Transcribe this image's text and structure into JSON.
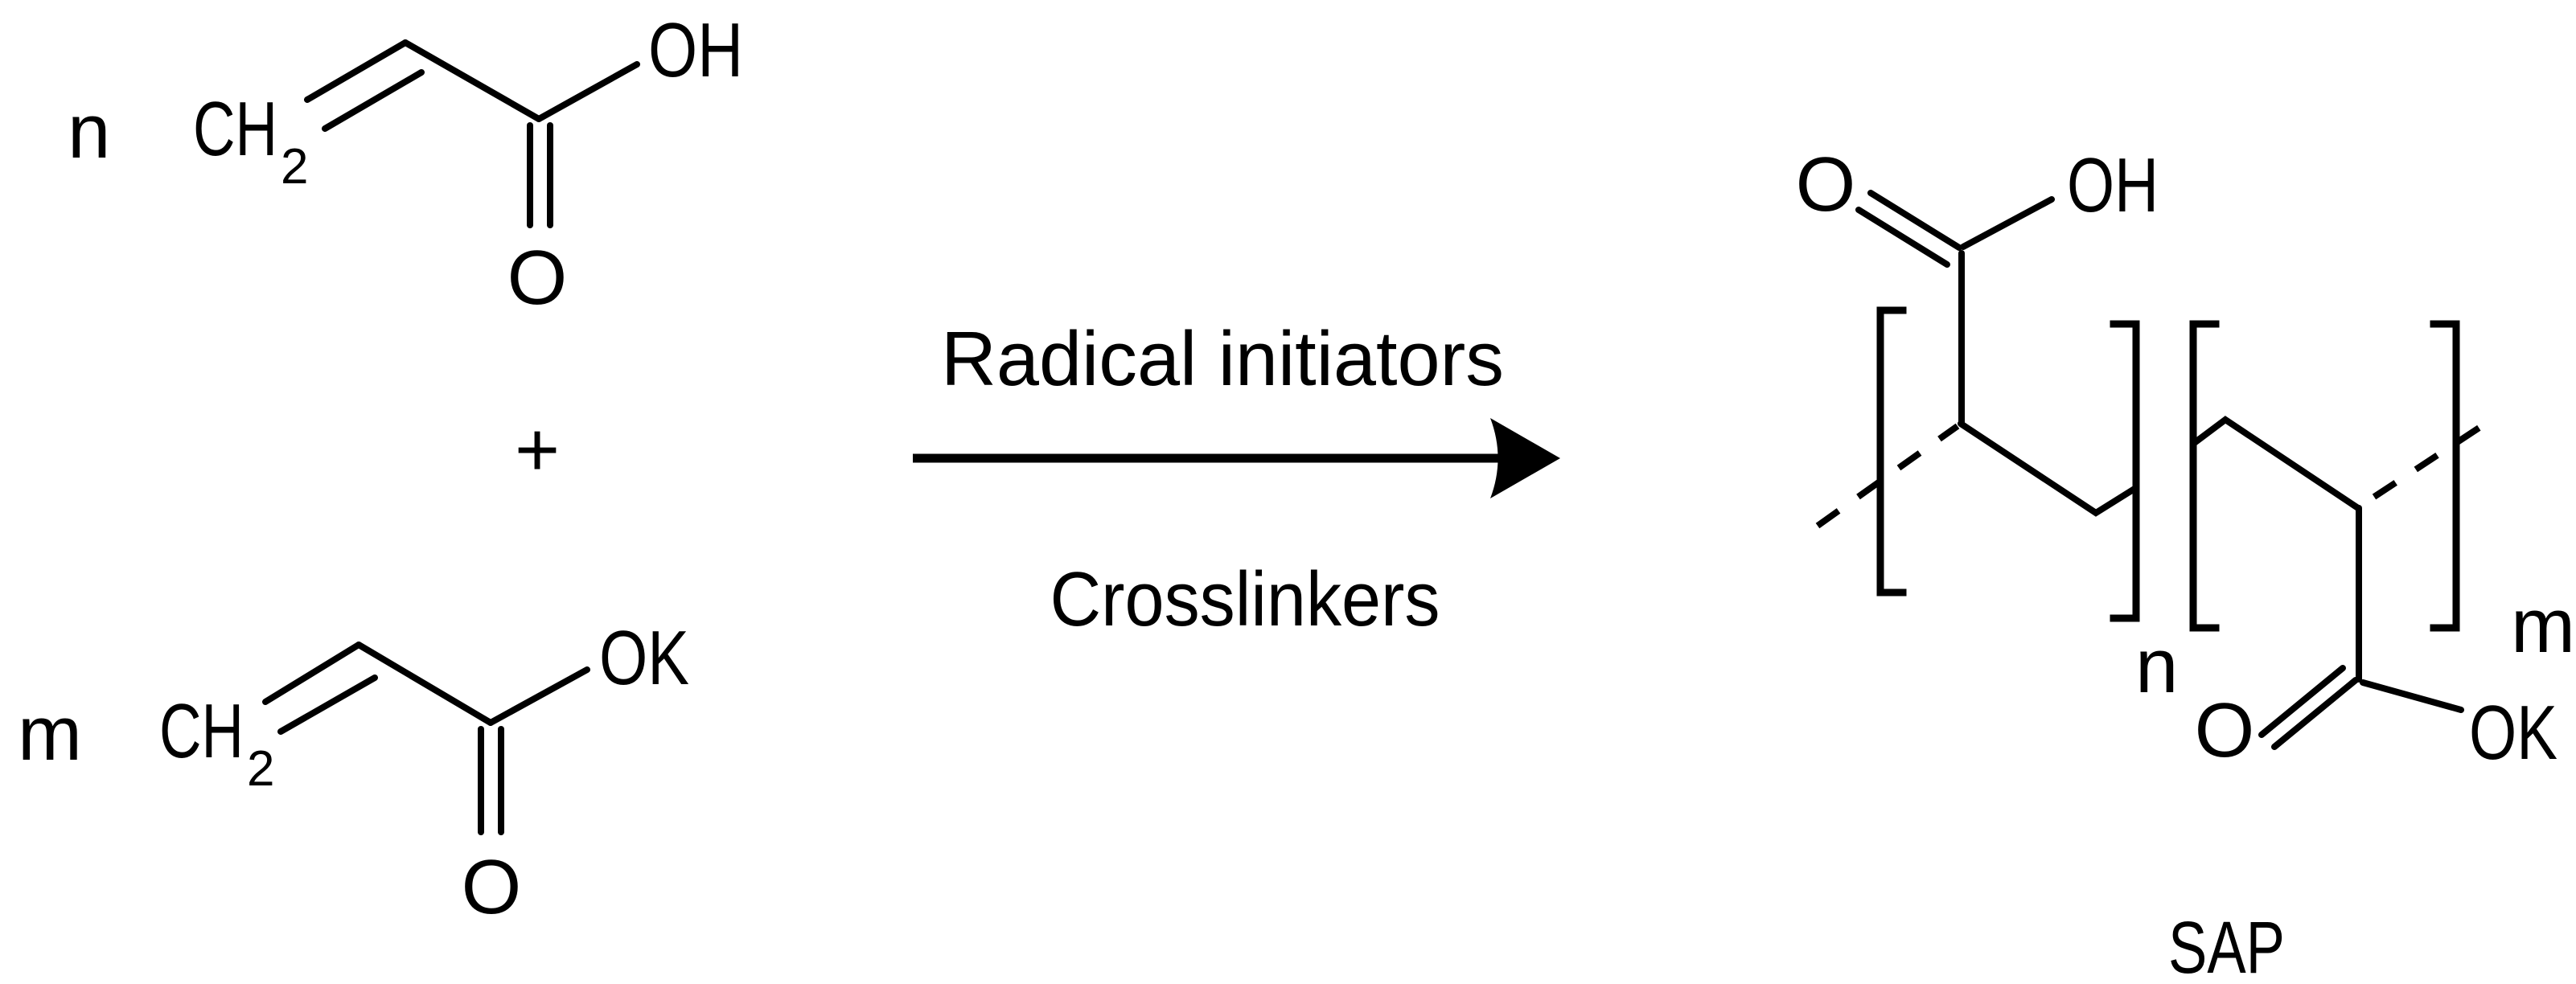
{
  "page": {
    "background": "#ffffff",
    "ink": "#000000"
  },
  "reactants": {
    "acrylic_acid": {
      "coefficient": "n",
      "ch": "CH",
      "ch_subscript": "2",
      "hydroxyl": "OH",
      "carbonyl_oxygen": "O"
    },
    "plus_sign": "+",
    "potassium_acrylate": {
      "coefficient": "m",
      "ch": "CH",
      "ch_subscript": "2",
      "potassium_oxide_group": "OK",
      "carbonyl_oxygen": "O"
    }
  },
  "conditions": {
    "above_arrow": "Radical initiators",
    "below_arrow": "Crosslinkers"
  },
  "product": {
    "acid_repeat_unit": {
      "carbonyl_oxygen": "O",
      "hydroxyl": "OH",
      "repeat_subscript": "n"
    },
    "salt_repeat_unit": {
      "carbonyl_oxygen": "O",
      "potassium_oxide_group": "OK",
      "repeat_subscript": "m"
    },
    "name": "SAP"
  }
}
